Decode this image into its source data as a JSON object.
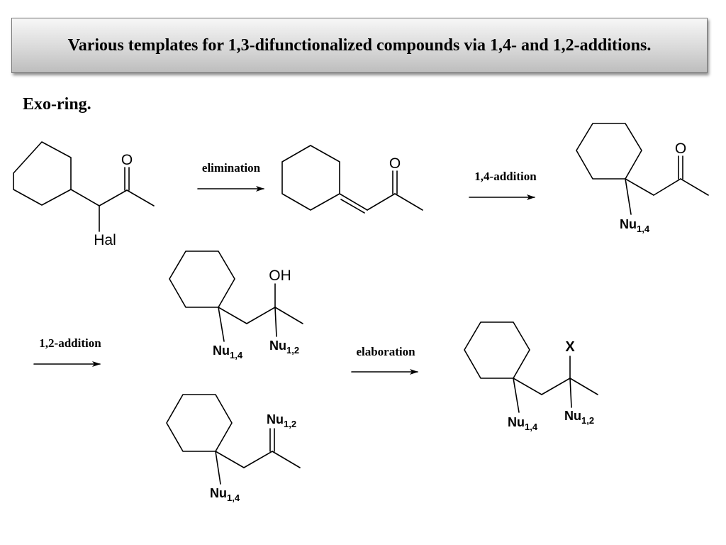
{
  "title": "Various templates for 1,3-difunctionalized compounds via 1,4- and 1,2-additions.",
  "section_heading": "Exo-ring.",
  "arrows": {
    "elimination": "elimination",
    "addition_14": "1,4-addition",
    "addition_12": "1,2-addition",
    "elaboration": "elaboration"
  },
  "atoms": {
    "oxygen": "O",
    "halogen": "Hal",
    "hydroxyl": "OH",
    "x": "X",
    "nu": "Nu",
    "sub_14": "1,4",
    "sub_12": "1,2"
  },
  "colors": {
    "title_border": "#777777",
    "bond": "#000000"
  }
}
